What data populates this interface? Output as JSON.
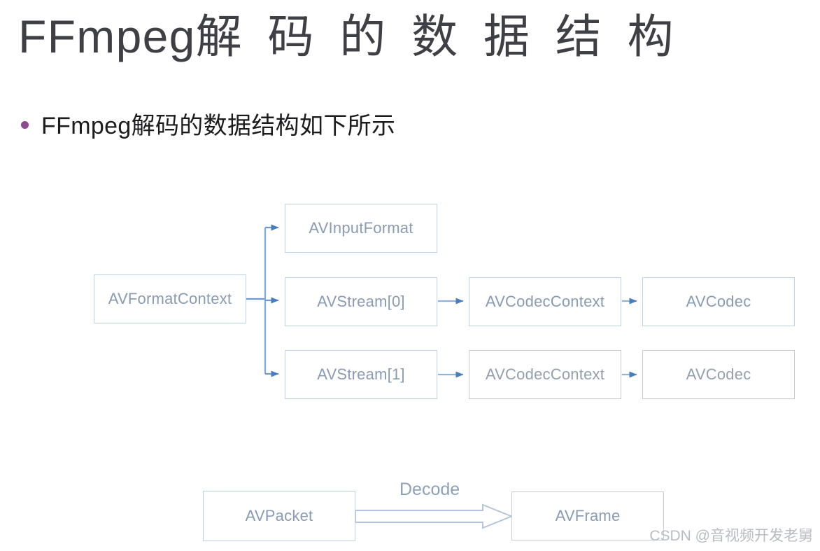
{
  "slide": {
    "title": "FFmpeg解码的数据结构",
    "title_latin": "FFmpeg",
    "title_cjk": "解 码 的 数 据 结 构",
    "bullet": {
      "marker": "bullet-dot",
      "text": "FFmpeg解码的数据结构如下所示",
      "marker_color": "#8e4a8e"
    }
  },
  "diagram": {
    "nodes": {
      "av_format_context": "AVFormatContext",
      "av_input_format": "AVInputFormat",
      "av_stream_0": "AVStream[0]",
      "av_stream_1": "AVStream[1]",
      "av_codec_context_0": "AVCodecContext",
      "av_codec_context_1": "AVCodecContext",
      "av_codec_0": "AVCodec",
      "av_codec_1": "AVCodec",
      "av_packet": "AVPacket",
      "av_frame": "AVFrame"
    },
    "edges": {
      "decode_label": "Decode"
    },
    "colors": {
      "box_border_blue": "#bed3e8",
      "box_border_grey": "#c6cbd2",
      "node_text": "#8a9bb4",
      "arrow_blue": "#4a7ebb",
      "arrow_line": "#8fb3d9",
      "block_arrow_outline": "#b7c5dc"
    }
  },
  "watermark": {
    "text": "CSDN @音视频开发老舅"
  }
}
